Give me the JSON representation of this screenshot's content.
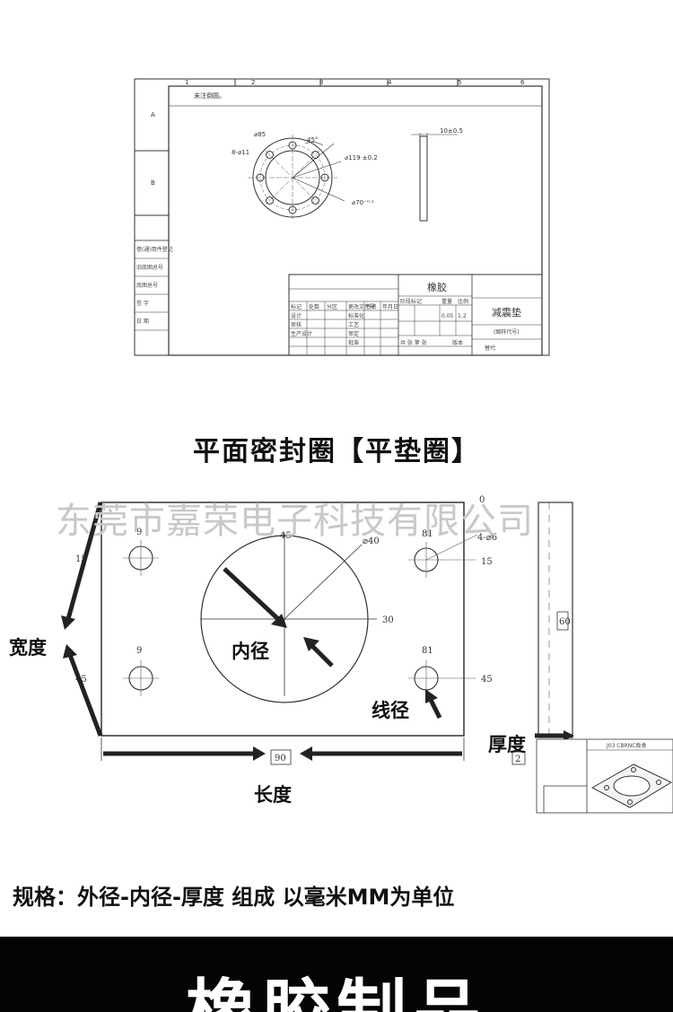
{
  "drawing": {
    "note": "未注倒圆。",
    "grid_top": [
      "1",
      "2",
      "3",
      "4",
      "5",
      "6"
    ],
    "grid_left": [
      "A",
      "B"
    ],
    "dim_d85": "⌀85",
    "dim_45deg": "45°",
    "dim_holes": "8-⌀11",
    "dim_d119": "⌀119 ±0.2",
    "dim_d70": "⌀70⁻⁰·¹",
    "dim_thickness": "10±0.5",
    "material": "橡胶",
    "part_name": "减震垫",
    "drawing_no": "(图样代号)",
    "side_labels": [
      "借(通)用件登记",
      "旧底图总号",
      "底图总号",
      "签  字",
      "日  期"
    ],
    "table_cells": [
      "标记",
      "处数",
      "分区",
      "更改文件号",
      "签名",
      "年月日",
      "设计",
      "标准化",
      "审核",
      "工艺",
      "生产设计",
      "审定",
      "批准",
      "阶段标记",
      "重量",
      "比例",
      "0.05",
      "1:2",
      "共  张  第  张",
      "版本",
      "替代"
    ]
  },
  "heading": "平面密封圈【平垫圈】",
  "watermark": "东莞市嘉荣电子科技有限公司",
  "diagram": {
    "dim_zero": "0",
    "dim_9_top": "9",
    "dim_9_bottom": "9",
    "dim_15_left": "15",
    "dim_45_left": "45",
    "dim_45_circle": "45",
    "dim_d40": "⌀40",
    "dim_30": "30",
    "dim_81_top": "81",
    "dim_81_bottom": "81",
    "dim_4x6": "4-⌀6",
    "dim_15_right": "15",
    "dim_45_right": "45",
    "dim_60": "60",
    "dim_90": "90",
    "dim_2": "2",
    "inset_label": "J03 CBRNC板类",
    "label_width": "宽度",
    "label_inner": "内径",
    "label_line": "线径",
    "label_thickness": "厚度",
    "label_length": "长度"
  },
  "spec": "规格：外径-内径-厚度 组成 以毫米MM为单位",
  "footer": "橡胶制品"
}
